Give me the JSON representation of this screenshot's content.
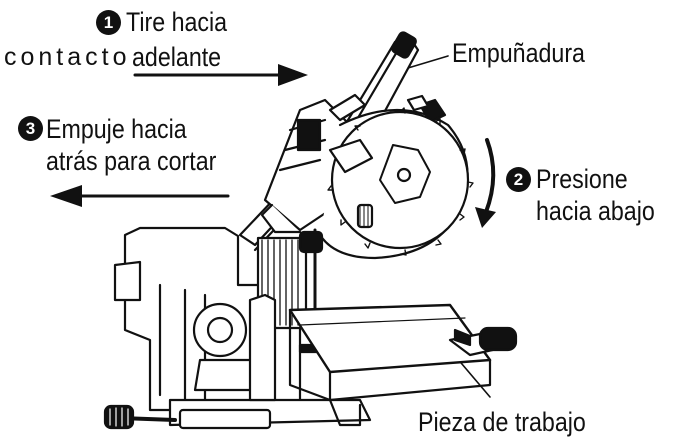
{
  "labels": {
    "step1_number": "1",
    "step1_text": "Tire hacia",
    "contact_word": "contacto",
    "step1_text_line2": "adelante",
    "handle": "Empuñadura",
    "step3_number": "3",
    "step3_line1": "Empuje hacia",
    "step3_line2": "atrás para cortar",
    "step2_number": "2",
    "step2_line1": "Presione",
    "step2_line2": "hacia abajo",
    "workpiece": "Pieza de trabajo"
  },
  "colors": {
    "ink": "#111111",
    "background": "#ffffff"
  }
}
